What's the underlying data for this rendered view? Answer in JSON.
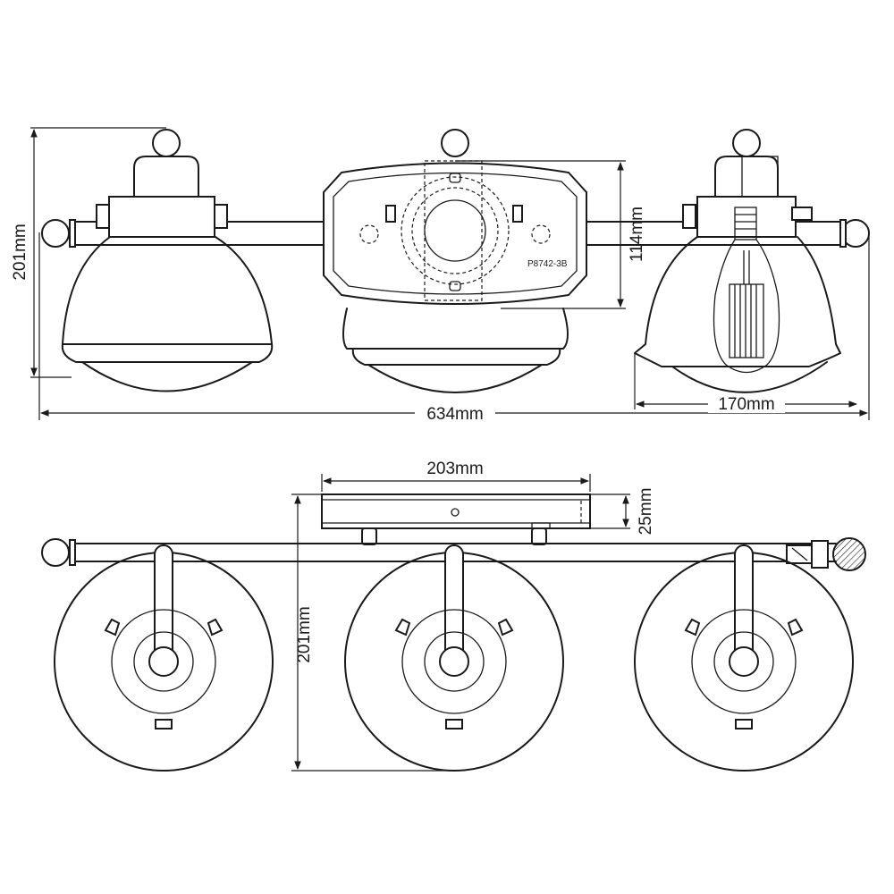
{
  "dimensions": {
    "front_height": "201mm",
    "backplate_height": "114mm",
    "overall_width": "634mm",
    "projection": "170mm",
    "backplate_width": "203mm",
    "backplate_depth": "25mm",
    "top_view_depth": "201mm"
  },
  "part_number": "P8742-3B"
}
